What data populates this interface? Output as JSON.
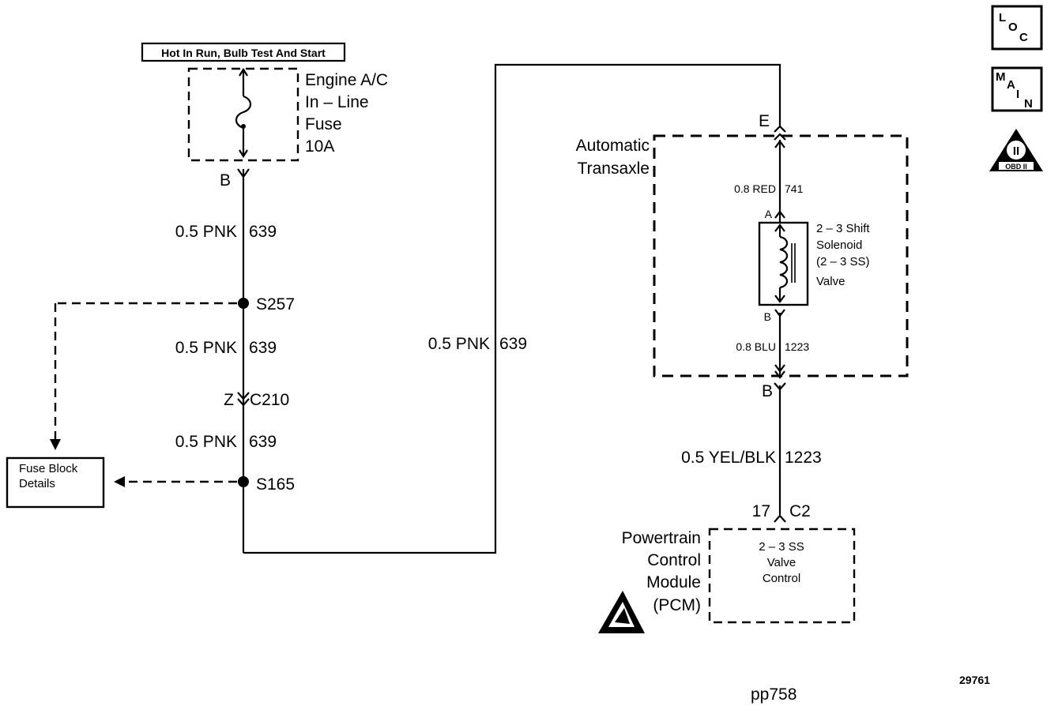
{
  "power_label": "Hot In Run, Bulb Test And Start",
  "fuse": {
    "line1": "Engine A/C",
    "line2": "In – Line",
    "line3": "Fuse",
    "line4": "10A",
    "connector": "B"
  },
  "wires": {
    "w1": {
      "gauge": "0.5 PNK",
      "circuit": "639"
    },
    "w2": {
      "gauge": "0.5 PNK",
      "circuit": "639"
    },
    "w3": {
      "gauge": "0.5 PNK",
      "circuit": "639"
    },
    "w4": {
      "gauge": "0.5 PNK",
      "circuit": "639"
    },
    "w5": {
      "gauge": "0.8 RED",
      "circuit": "741"
    },
    "w6": {
      "gauge": "0.8 BLU",
      "circuit": "1223"
    },
    "w7": {
      "gauge": "0.5 YEL/BLK",
      "circuit": "1223"
    }
  },
  "splices": {
    "s1": "S257",
    "s2": "S165"
  },
  "connector_c210": {
    "pin": "Z",
    "name": "C210"
  },
  "fuse_block": {
    "line1": "Fuse Block",
    "line2": "Details"
  },
  "transaxle": {
    "line1": "Automatic",
    "line2": "Transaxle",
    "pin_e": "E",
    "pin_a": "A",
    "pin_b": "B",
    "pin_b_out": "B"
  },
  "solenoid": {
    "line1": "2 – 3 Shift",
    "line2": "Solenoid",
    "line3": "(2 – 3 SS)",
    "line4": "Valve"
  },
  "pcm": {
    "line1": "Powertrain",
    "line2": "Control",
    "line3": "Module",
    "line4": "(PCM)",
    "pin": "17",
    "connector": "C2",
    "box1": "2 – 3 SS",
    "box2": "Valve",
    "box3": "Control"
  },
  "nav": {
    "loc": {
      "l": "L",
      "o": "O",
      "c": "C"
    },
    "main": {
      "m": "M",
      "a": "A",
      "i": "I",
      "n": "N"
    },
    "obd": {
      "num": "II",
      "text": "OBD II"
    }
  },
  "ref_number": "29761",
  "page_code": "pp758"
}
